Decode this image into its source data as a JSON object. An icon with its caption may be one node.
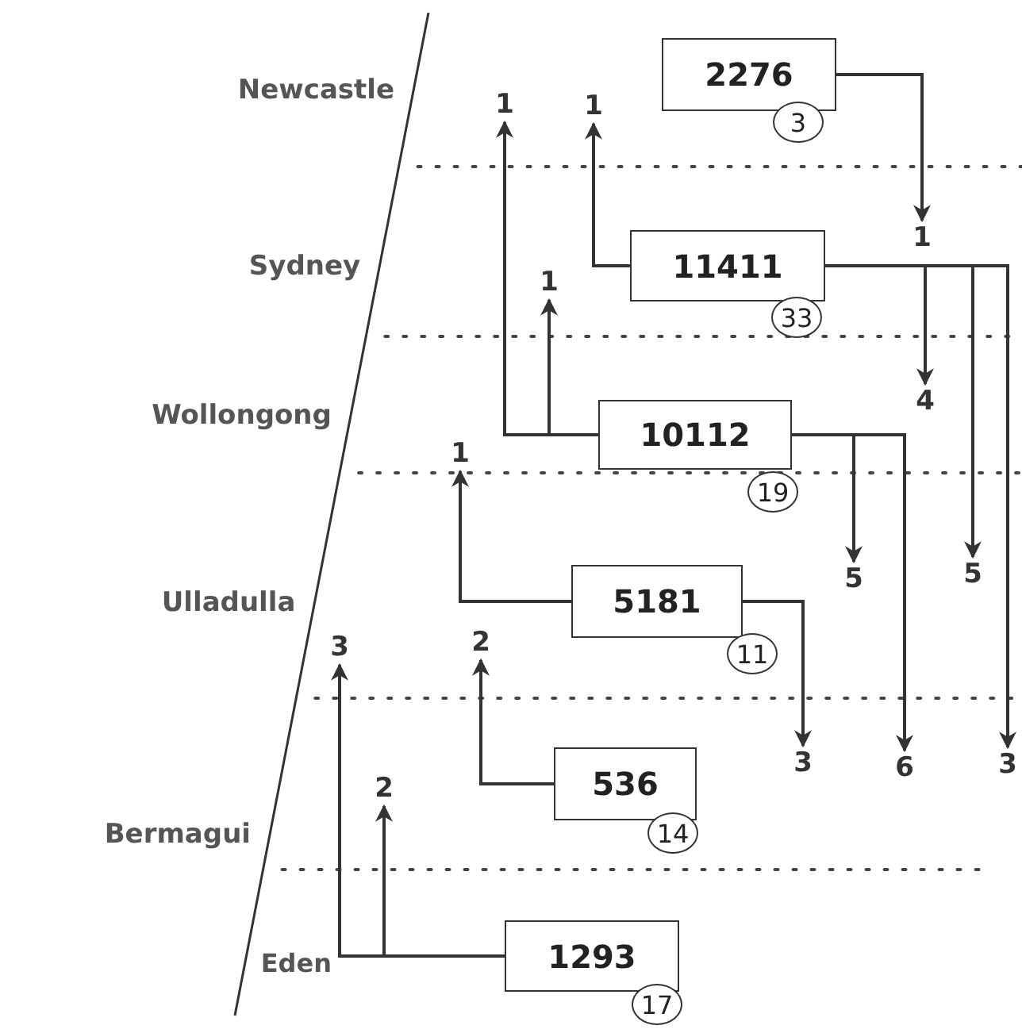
{
  "diagram": {
    "nodes": [
      {
        "text": [
          "2276"
        ],
        "beside": [
          "3"
        ]
      },
      {
        "text": [
          "11411"
        ],
        "beside": [
          "33"
        ]
      },
      {
        "text": [
          "10112"
        ],
        "beside": [
          "19"
        ]
      },
      {
        "text": [
          "5181"
        ],
        "beside": [
          "11"
        ]
      },
      {
        "text": [
          "536"
        ],
        "beside": [
          "14"
        ]
      },
      {
        "text": [
          "1293"
        ],
        "beside": [
          "17"
        ]
      },
      {
        "text": [
          "1"
        ]
      },
      {
        "text": [
          "1"
        ]
      },
      {
        "text": [
          "1"
        ]
      },
      {
        "text": [
          "1"
        ]
      },
      {
        "text": [
          "4"
        ]
      },
      {
        "text": [
          "1"
        ]
      },
      {
        "text": [
          "5"
        ]
      },
      {
        "text": [
          "5"
        ]
      },
      {
        "text": [
          "3"
        ]
      },
      {
        "text": [
          "2"
        ]
      },
      {
        "text": [
          "3"
        ]
      },
      {
        "text": [
          "6"
        ]
      },
      {
        "text": [
          "3"
        ]
      },
      {
        "text": [
          "2"
        ]
      }
    ],
    "edges": [
      {
        "from": 0,
        "to": 8,
        "arrow": "to"
      },
      {
        "from": 1,
        "to": 7,
        "arrow": "to"
      },
      {
        "from": 1,
        "to": 10,
        "arrow": "to"
      },
      {
        "from": 1,
        "to": 13,
        "arrow": "to"
      },
      {
        "from": 1,
        "to": 18,
        "arrow": "to"
      },
      {
        "from": 2,
        "to": 6,
        "arrow": "to"
      },
      {
        "from": 2,
        "to": 9,
        "arrow": "to"
      },
      {
        "from": 2,
        "to": 12,
        "arrow": "to"
      },
      {
        "from": 2,
        "to": 17,
        "arrow": "to"
      },
      {
        "from": 3,
        "to": 11,
        "arrow": "to"
      },
      {
        "from": 3,
        "to": 16,
        "arrow": "to"
      },
      {
        "from": 4,
        "to": 15,
        "arrow": "to"
      },
      {
        "from": 5,
        "to": 14,
        "arrow": "to"
      },
      {
        "from": 5,
        "to": 19,
        "arrow": "to"
      }
    ],
    "labels": [
      "Newcastle",
      "Sydney",
      "Wollongong",
      "Ulladulla",
      "Bermagui",
      "Eden"
    ]
  }
}
